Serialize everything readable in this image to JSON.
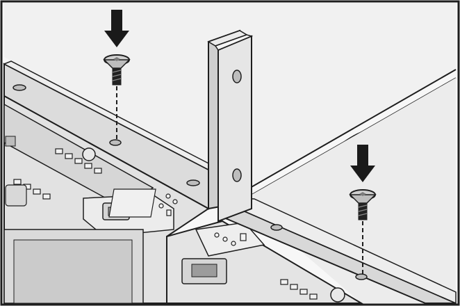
{
  "figure": {
    "kind": "installation-illustration",
    "colors": {
      "outline": "#1e1e1e",
      "metal_light": "#e9e9e9",
      "metal_mid": "#d2d2d2",
      "metal_dark": "#b9b9b9",
      "background": "#f4f4f4",
      "arrow": "#1a1a1a",
      "screw_head": "#cfcfcf",
      "screw_thread": "#222222"
    },
    "icons": [
      "down-arrow-icon",
      "flat-head-screw-icon"
    ],
    "screws": [
      {
        "name": "left-screw",
        "icon": "flat-head-screw-icon"
      },
      {
        "name": "right-screw",
        "icon": "flat-head-screw-icon"
      }
    ]
  }
}
